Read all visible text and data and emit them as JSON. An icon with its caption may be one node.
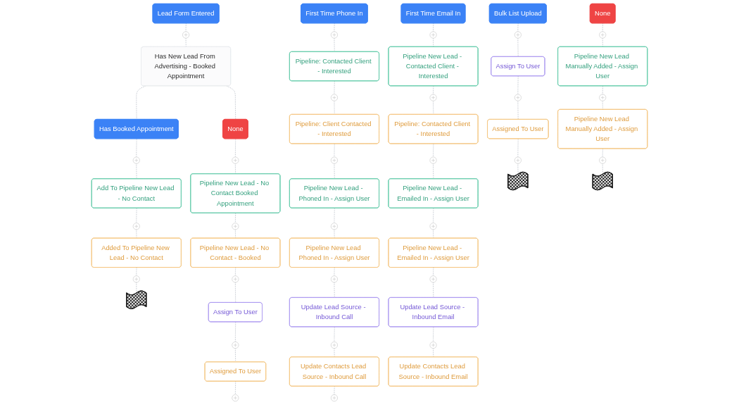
{
  "diagram": {
    "nodes": [
      {
        "text": [
          "Lead Form Entered"
        ]
      },
      {
        "text": [],
        "shape": "circle"
      },
      {
        "text": [
          "Has New Lead From Advertising - Booked Appointment"
        ]
      },
      {
        "text": [
          "Has Booked Appointment"
        ]
      },
      {
        "text": [],
        "shape": "circle"
      },
      {
        "text": [
          "Add To Pipeline New Lead - No Contact"
        ]
      },
      {
        "text": [],
        "shape": "circle"
      },
      {
        "text": [
          "Added To Pipeline New Lead - No Contact"
        ]
      },
      {
        "text": [],
        "shape": "circle"
      },
      {
        "text": [],
        "shape": "flag"
      },
      {
        "text": [
          "None"
        ]
      },
      {
        "text": [],
        "shape": "circle"
      },
      {
        "text": [
          "Pipeline New Lead - No Contact Booked Appointment"
        ]
      },
      {
        "text": [],
        "shape": "circle"
      },
      {
        "text": [
          "Pipeline New Lead - No Contact - Booked"
        ]
      },
      {
        "text": [],
        "shape": "circle"
      },
      {
        "text": [
          "Assign To User"
        ]
      },
      {
        "text": [],
        "shape": "circle"
      },
      {
        "text": [
          "Assigned To User"
        ]
      },
      {
        "text": [],
        "shape": "circle"
      },
      {
        "text": [
          "First Time Phone In"
        ]
      },
      {
        "text": [],
        "shape": "circle"
      },
      {
        "text": [
          "Pipeline: Contacted Client - Interested"
        ]
      },
      {
        "text": [],
        "shape": "circle"
      },
      {
        "text": [
          "Pipeline: Client Contacted - Interested"
        ]
      },
      {
        "text": [],
        "shape": "circle"
      },
      {
        "text": [
          "Pipeline New Lead - Phoned In - Assign User"
        ]
      },
      {
        "text": [],
        "shape": "circle"
      },
      {
        "text": [
          "Pipeline New Lead Phoned In - Assign User"
        ]
      },
      {
        "text": [],
        "shape": "circle"
      },
      {
        "text": [
          "Update Lead Source - Inbound Call"
        ]
      },
      {
        "text": [],
        "shape": "circle"
      },
      {
        "text": [
          "Update Contacts Lead Source - Inbound Call"
        ]
      },
      {
        "text": [],
        "shape": "circle"
      },
      {
        "text": [
          "First Time Email In"
        ]
      },
      {
        "text": [],
        "shape": "circle"
      },
      {
        "text": [
          "Pipeline New Lead - Contacted Client - Interested"
        ]
      },
      {
        "text": [],
        "shape": "circle"
      },
      {
        "text": [
          "Pipeline: Contacted Client - Interested"
        ]
      },
      {
        "text": [],
        "shape": "circle"
      },
      {
        "text": [
          "Pipeline New Lead - Emailed In - Assign User"
        ]
      },
      {
        "text": [],
        "shape": "circle"
      },
      {
        "text": [
          "Pipeline New Lead - Emailed In - Assign User"
        ]
      },
      {
        "text": [],
        "shape": "circle"
      },
      {
        "text": [
          "Update Lead Source - Inbound Email"
        ]
      },
      {
        "text": [],
        "shape": "circle"
      },
      {
        "text": [
          "Update Contacts Lead Source - Inbound Email"
        ]
      },
      {
        "text": [
          "Bulk List Upload"
        ]
      },
      {
        "text": [],
        "shape": "circle"
      },
      {
        "text": [
          "Assign To User"
        ]
      },
      {
        "text": [],
        "shape": "circle"
      },
      {
        "text": [
          "Assigned To User"
        ]
      },
      {
        "text": [],
        "shape": "circle"
      },
      {
        "text": [],
        "shape": "flag"
      },
      {
        "text": [
          "None"
        ]
      },
      {
        "text": [],
        "shape": "circle"
      },
      {
        "text": [
          "Pipeline New Lead Manually Added - Assign User"
        ]
      },
      {
        "text": [],
        "shape": "circle"
      },
      {
        "text": [
          "Pipeline New Lead Manually Added - Assign User"
        ]
      },
      {
        "text": [],
        "shape": "circle"
      },
      {
        "text": [],
        "shape": "flag"
      }
    ],
    "edges": [
      {
        "from": 0,
        "to": 1,
        "arrow": "none",
        "style": "dashed"
      },
      {
        "from": 1,
        "to": 2,
        "arrow": "none",
        "style": "dashed"
      },
      {
        "from": 2,
        "to": 3,
        "arrow": "none",
        "style": "dashed"
      },
      {
        "from": 2,
        "to": 10,
        "arrow": "none",
        "style": "dashed"
      },
      {
        "from": 3,
        "to": 4,
        "arrow": "none",
        "style": "dashed"
      },
      {
        "from": 4,
        "to": 5,
        "arrow": "none",
        "style": "dashed"
      },
      {
        "from": 5,
        "to": 6,
        "arrow": "none",
        "style": "dashed"
      },
      {
        "from": 6,
        "to": 7,
        "arrow": "none",
        "style": "dashed"
      },
      {
        "from": 7,
        "to": 8,
        "arrow": "none",
        "style": "dashed"
      },
      {
        "from": 8,
        "to": 9,
        "arrow": "none",
        "style": "dashed"
      },
      {
        "from": 10,
        "to": 11,
        "arrow": "none",
        "style": "dashed"
      },
      {
        "from": 11,
        "to": 12,
        "arrow": "none",
        "style": "dashed"
      },
      {
        "from": 12,
        "to": 13,
        "arrow": "none",
        "style": "dashed"
      },
      {
        "from": 13,
        "to": 14,
        "arrow": "none",
        "style": "dashed"
      },
      {
        "from": 14,
        "to": 15,
        "arrow": "none",
        "style": "dashed"
      },
      {
        "from": 15,
        "to": 16,
        "arrow": "none",
        "style": "dashed"
      },
      {
        "from": 16,
        "to": 17,
        "arrow": "none",
        "style": "dashed"
      },
      {
        "from": 17,
        "to": 18,
        "arrow": "none",
        "style": "dashed"
      },
      {
        "from": 18,
        "to": 19,
        "arrow": "none",
        "style": "dashed"
      },
      {
        "from": 20,
        "to": 21,
        "arrow": "none",
        "style": "dashed"
      },
      {
        "from": 21,
        "to": 22,
        "arrow": "none",
        "style": "dashed"
      },
      {
        "from": 22,
        "to": 23,
        "arrow": "none",
        "style": "dashed"
      },
      {
        "from": 23,
        "to": 24,
        "arrow": "none",
        "style": "dashed"
      },
      {
        "from": 24,
        "to": 25,
        "arrow": "none",
        "style": "dashed"
      },
      {
        "from": 25,
        "to": 26,
        "arrow": "none",
        "style": "dashed"
      },
      {
        "from": 26,
        "to": 27,
        "arrow": "none",
        "style": "dashed"
      },
      {
        "from": 27,
        "to": 28,
        "arrow": "none",
        "style": "dashed"
      },
      {
        "from": 28,
        "to": 29,
        "arrow": "none",
        "style": "dashed"
      },
      {
        "from": 29,
        "to": 30,
        "arrow": "none",
        "style": "dashed"
      },
      {
        "from": 30,
        "to": 31,
        "arrow": "none",
        "style": "dashed"
      },
      {
        "from": 31,
        "to": 32,
        "arrow": "none",
        "style": "dashed"
      },
      {
        "from": 32,
        "to": 33,
        "arrow": "none",
        "style": "dashed"
      },
      {
        "from": 34,
        "to": 35,
        "arrow": "none",
        "style": "dashed"
      },
      {
        "from": 35,
        "to": 36,
        "arrow": "none",
        "style": "dashed"
      },
      {
        "from": 36,
        "to": 37,
        "arrow": "none",
        "style": "dashed"
      },
      {
        "from": 37,
        "to": 38,
        "arrow": "none",
        "style": "dashed"
      },
      {
        "from": 38,
        "to": 39,
        "arrow": "none",
        "style": "dashed"
      },
      {
        "from": 39,
        "to": 40,
        "arrow": "none",
        "style": "dashed"
      },
      {
        "from": 40,
        "to": 41,
        "arrow": "none",
        "style": "dashed"
      },
      {
        "from": 41,
        "to": 42,
        "arrow": "none",
        "style": "dashed"
      },
      {
        "from": 42,
        "to": 43,
        "arrow": "none",
        "style": "dashed"
      },
      {
        "from": 43,
        "to": 44,
        "arrow": "none",
        "style": "dashed"
      },
      {
        "from": 44,
        "to": 45,
        "arrow": "none",
        "style": "dashed"
      },
      {
        "from": 45,
        "to": 46,
        "arrow": "none",
        "style": "dashed"
      },
      {
        "from": 47,
        "to": 48,
        "arrow": "none",
        "style": "dashed"
      },
      {
        "from": 48,
        "to": 49,
        "arrow": "none",
        "style": "dashed"
      },
      {
        "from": 49,
        "to": 50,
        "arrow": "none",
        "style": "dashed"
      },
      {
        "from": 50,
        "to": 51,
        "arrow": "none",
        "style": "dashed"
      },
      {
        "from": 51,
        "to": 52,
        "arrow": "none",
        "style": "dashed"
      },
      {
        "from": 52,
        "to": 53,
        "arrow": "none",
        "style": "dashed"
      },
      {
        "from": 54,
        "to": 55,
        "arrow": "none",
        "style": "dashed"
      },
      {
        "from": 55,
        "to": 56,
        "arrow": "none",
        "style": "dashed"
      },
      {
        "from": 56,
        "to": 57,
        "arrow": "none",
        "style": "dashed"
      },
      {
        "from": 57,
        "to": 58,
        "arrow": "none",
        "style": "dashed"
      },
      {
        "from": 58,
        "to": 59,
        "arrow": "none",
        "style": "dashed"
      },
      {
        "from": 59,
        "to": 60,
        "arrow": "none",
        "style": "dashed"
      }
    ]
  }
}
